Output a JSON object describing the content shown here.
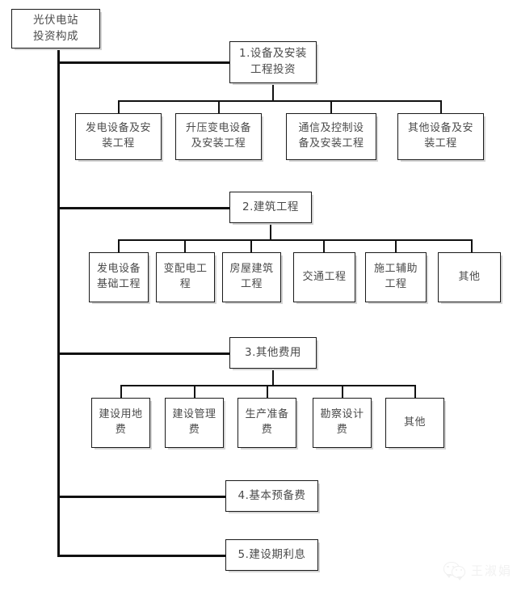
{
  "diagram": {
    "title": "光伏电站投资构成",
    "type": "tree-org-chart",
    "root": {
      "label": "光伏电站\n投资构成"
    },
    "sections": [
      {
        "number": "1",
        "label": "1.设备及安装\n工程投资",
        "children": [
          {
            "label": "发电设备及安\n装工程"
          },
          {
            "label": "升压变电设备\n及安装工程"
          },
          {
            "label": "通信及控制设\n备及安装工程"
          },
          {
            "label": "其他设备及安\n装工程"
          }
        ]
      },
      {
        "number": "2",
        "label": "2.建筑工程",
        "children": [
          {
            "label": "发电设备\n基础工程"
          },
          {
            "label": "变配电工\n程"
          },
          {
            "label": "房屋建筑\n工程"
          },
          {
            "label": "交通工程"
          },
          {
            "label": "施工辅助\n工程"
          },
          {
            "label": "其他"
          }
        ]
      },
      {
        "number": "3",
        "label": "3.其他费用",
        "children": [
          {
            "label": "建设用地\n费"
          },
          {
            "label": "建设管理\n费"
          },
          {
            "label": "生产准备\n费"
          },
          {
            "label": "勘察设计\n费"
          },
          {
            "label": "其他"
          }
        ]
      },
      {
        "number": "4",
        "label": "4.基本预备费",
        "children": []
      },
      {
        "number": "5",
        "label": "5.建设期利息",
        "children": []
      }
    ]
  },
  "watermark": {
    "icon": "wechat-icon",
    "name": "王淑娟"
  },
  "colors": {
    "line": "#111111",
    "box_border": "#1a1a1a",
    "box_shadow": "#d4d4d4",
    "text": "#4a4a4a",
    "background": "#ffffff",
    "watermark": "#f1f1f1"
  }
}
